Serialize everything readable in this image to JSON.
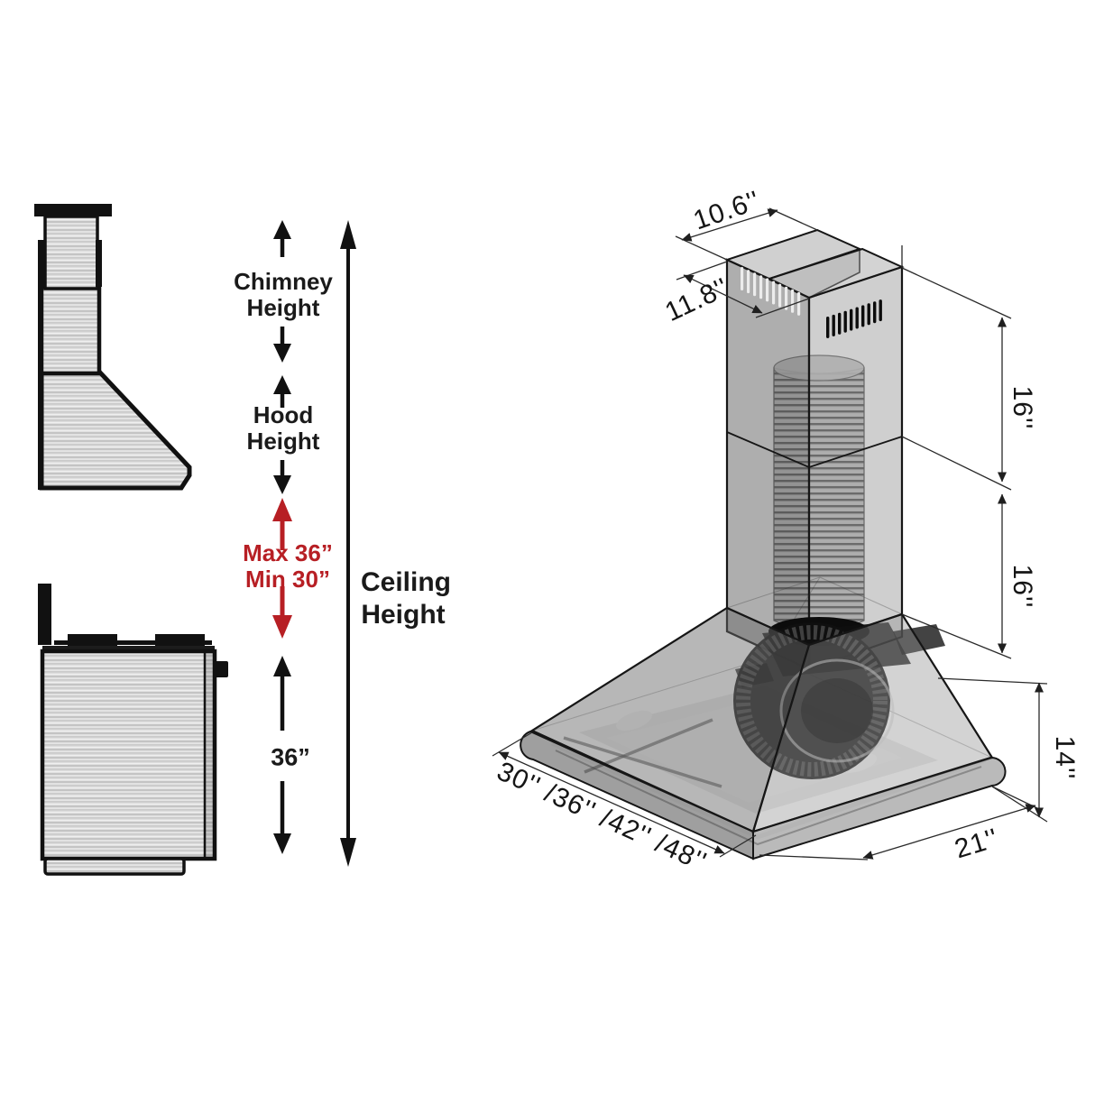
{
  "colors": {
    "ink": "#1a1a1a",
    "accent_red": "#b71f24",
    "steel_light": "#e9e9e9",
    "steel_dark": "#bdbdbd"
  },
  "side_diagram": {
    "chimney_height": [
      "Chimney",
      "Height"
    ],
    "hood_height": [
      "Hood",
      "Height"
    ],
    "max_clearance": "Max 36”",
    "min_clearance": "Min 30”",
    "ceiling_height": [
      "Ceiling",
      "Height"
    ],
    "hood_to_cooktop": "36”"
  },
  "iso_diagram": {
    "chimney_top_depth": "10.6''",
    "chimney_top_width": "11.8''",
    "upper_chimney_height": "16''",
    "lower_chimney_height": "16''",
    "hood_body_height": "14''",
    "hood_depth": "21''",
    "hood_width_options": "30'' /36'' /42'' /48''"
  }
}
